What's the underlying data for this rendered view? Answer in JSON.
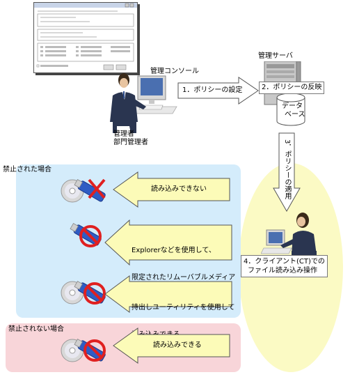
{
  "diagram": {
    "console_label": "管理コンソール",
    "admin_label_1": "管理者",
    "admin_label_2": "部門管理者",
    "server_label": "管理サーバ",
    "database_label_1": "データ",
    "database_label_2": "ベース",
    "step1": "1．ポリシーの設定",
    "step2": "2．ポリシーの反映",
    "step3": "3．ポリシーの適用",
    "step4_line1": "4．クライアント(CT)での",
    "step4_line2": "ファイル読み込み操作",
    "prohibited_title": "禁止された場合",
    "not_prohibited_title": "禁止されない場合",
    "arrow_1": "読み込みできない",
    "arrow_2_line1": "Explorerなどを使用して、",
    "arrow_2_line2": "限定されたリムーバブルメディア",
    "arrow_2_line3": "から読み込みできる",
    "arrow_3_line1": "持出しユーティリティを使用して",
    "arrow_3_line2": "読み込みできる",
    "arrow_4": "読み込みできる"
  },
  "colors": {
    "prohibited_panel": "#d4ecfb",
    "not_prohibited_panel": "#f8d5d9",
    "client_area": "#fbfac4",
    "arrow_fill": "#fcfbb8",
    "deny_mark": "#e02020"
  }
}
